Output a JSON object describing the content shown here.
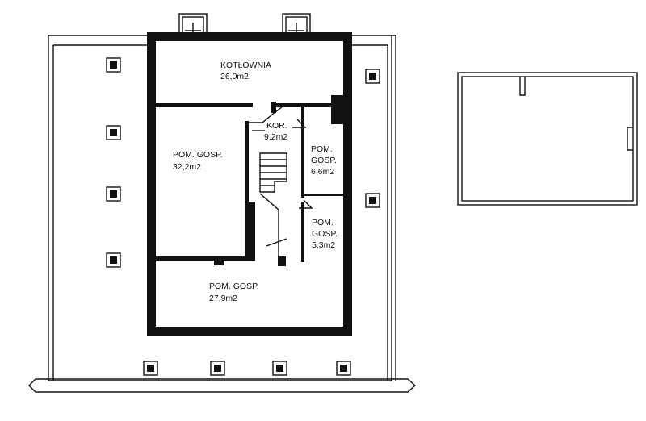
{
  "rooms": [
    {
      "name": "KOTŁOWNIA",
      "area": "26,0m2"
    },
    {
      "name": "KOR.",
      "area": "9,2m2"
    },
    {
      "name": "POM. GOSP.",
      "area": "32,2m2"
    },
    {
      "name_line1": "POM.",
      "name_line2": "GOSP.",
      "area": "6,6m2"
    },
    {
      "name_line1": "POM.",
      "name_line2": "GOSP.",
      "area": "5,3m2"
    },
    {
      "name": "POM. GOSP.",
      "area": "27,9m2"
    }
  ]
}
